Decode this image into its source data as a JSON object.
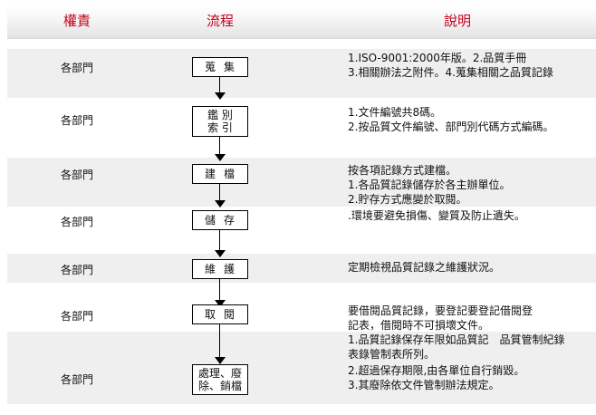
{
  "headers": {
    "col1": "權責",
    "col2": "流程",
    "col3": "說明"
  },
  "rows": [
    {
      "dept": "各部門",
      "box_line1": "蒐集",
      "box_line2": "",
      "desc": [
        "1.ISO-9001:2000年版。2.品質手冊",
        "3.相關辦法之附件。4.蒐集相關之品質記錄"
      ]
    },
    {
      "dept": "各部門",
      "box_line1": "鑑 別",
      "box_line2": "索 引",
      "desc": [
        "1.文件編號共8碼。",
        "2.按品質文件編號、部門別代碼方式編碼。"
      ]
    },
    {
      "dept": "各部門",
      "box_line1": "建檔",
      "box_line2": "",
      "desc": [
        "按各項記錄方式建檔。",
        "1.各品質記錄儲存於各主辦單位。",
        "2.貯存方式應變於取閱。"
      ]
    },
    {
      "dept": "各部門",
      "box_line1": "儲存",
      "box_line2": "",
      "desc": [
        ".環境要避免損傷、變質及防止遺失。"
      ]
    },
    {
      "dept": "各部門",
      "box_line1": "維護",
      "box_line2": "",
      "desc": [
        "定期檢視品質記錄之維護狀況。"
      ]
    },
    {
      "dept": "各部門",
      "box_line1": "取閱",
      "box_line2": "",
      "desc": [
        "要借閱品質記錄，要登記要登記借閱登",
        "記表，借閱時不可損壞文件。",
        "1.品質記錄保存年限如品質記　品質管制紀錄",
        "表錄管制表所列。"
      ]
    },
    {
      "dept": "各部門",
      "box_line1": "處理、廢",
      "box_line2": "除、銷檔",
      "desc": [
        "2.超過保存期限,由各單位自行銷毀。",
        "3.其廢除依文件管制辦法規定。"
      ]
    }
  ]
}
